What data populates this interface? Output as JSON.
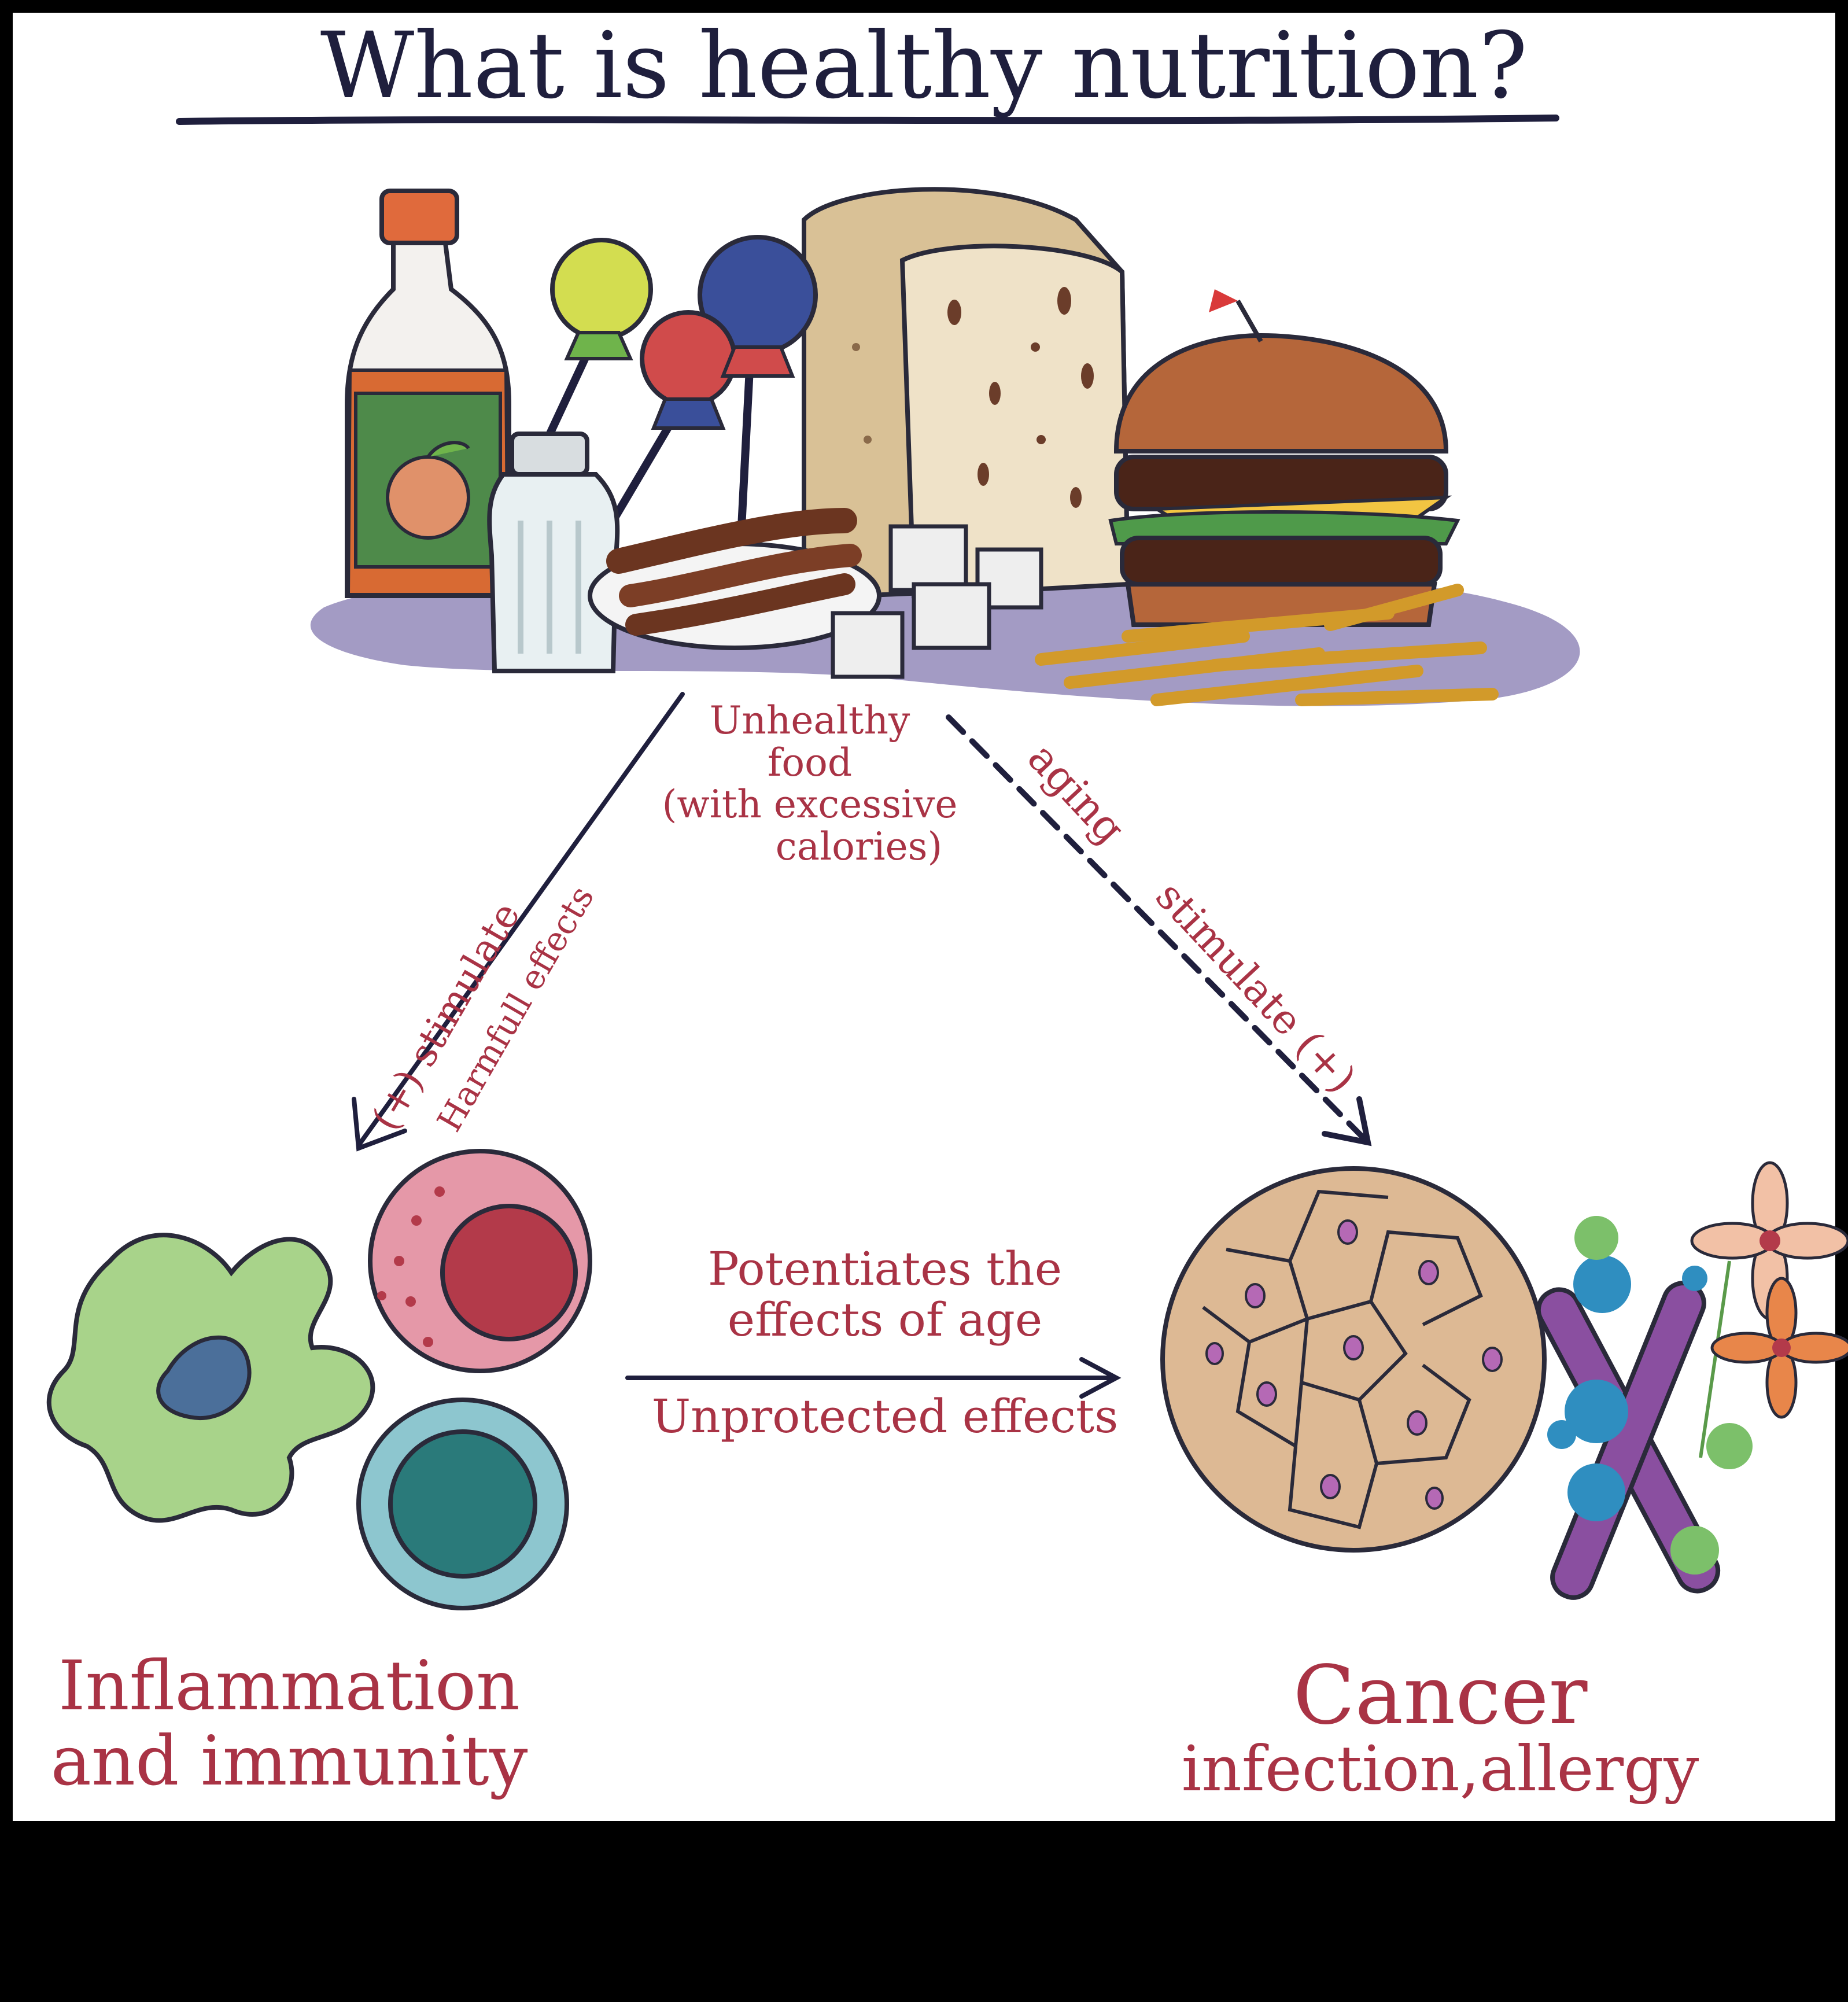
{
  "title": "What is healthy nutrition?",
  "labels": {
    "unhealthy_food": [
      "Unhealthy",
      "food",
      "(with excessive",
      "calories)"
    ],
    "left_arrow_top": "(+) stimulate",
    "left_arrow_bottom": "Harmfull effects",
    "right_arrow_top": "aging",
    "right_arrow_bottom": "stimulate (+)",
    "center_top": [
      "Potentiates the",
      "effects of age"
    ],
    "center_bottom": "Unprotected effects",
    "left_node": [
      "Inflammation",
      "and immunity"
    ],
    "right_node_title": "Cancer",
    "right_node_subtitle": "infection,allergy"
  },
  "colors": {
    "background_frame": "#000000",
    "panel": "#ffffff",
    "title_text": "#1f1f3d",
    "label_red": "#a93345",
    "arrow": "#1f1f3d",
    "plate_shadow": "#a39bc4"
  },
  "icons": [
    "juice-bottle-icon",
    "salt-shaker-icon",
    "candy-lollipop-icon",
    "bread-loaf-icon",
    "sausages-plate-icon",
    "sugar-cubes-icon",
    "burger-icon",
    "fries-icon",
    "macrophage-cell-icon",
    "immune-cell-icon",
    "tumor-cells-icon",
    "chromosome-icon",
    "flower-icon"
  ]
}
